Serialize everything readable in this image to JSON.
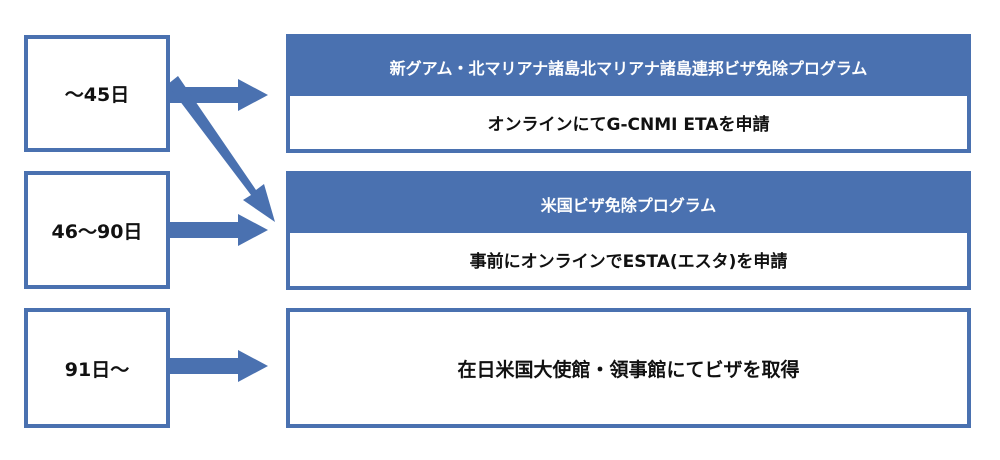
{
  "colors": {
    "accent": "#4a71b0",
    "text": "#111111",
    "header_text": "#ffffff"
  },
  "left_boxes": [
    {
      "label": "〜45日"
    },
    {
      "label": "46〜90日"
    },
    {
      "label": "91日〜"
    }
  ],
  "right_boxes": [
    {
      "header": "新グアム・北マリアナ諸島北マリアナ諸島連邦ビザ免除プログラム",
      "body": "オンラインにてG-CNMI ETAを申請"
    },
    {
      "header": "米国ビザ免除プログラム",
      "body": "事前にオンラインでESTA(エスタ)を申請"
    },
    {
      "header": "",
      "body": "在日米国大使館・領事館にてビザを取得"
    }
  ],
  "arrows": [
    {
      "from": "〜45日",
      "to": "新グアム・北マリアナ諸島北マリアナ諸島連邦ビザ免除プログラム"
    },
    {
      "from": "〜45日",
      "to": "米国ビザ免除プログラム"
    },
    {
      "from": "46〜90日",
      "to": "米国ビザ免除プログラム"
    },
    {
      "from": "91日〜",
      "to": "在日米国大使館・領事館にてビザを取得"
    }
  ]
}
